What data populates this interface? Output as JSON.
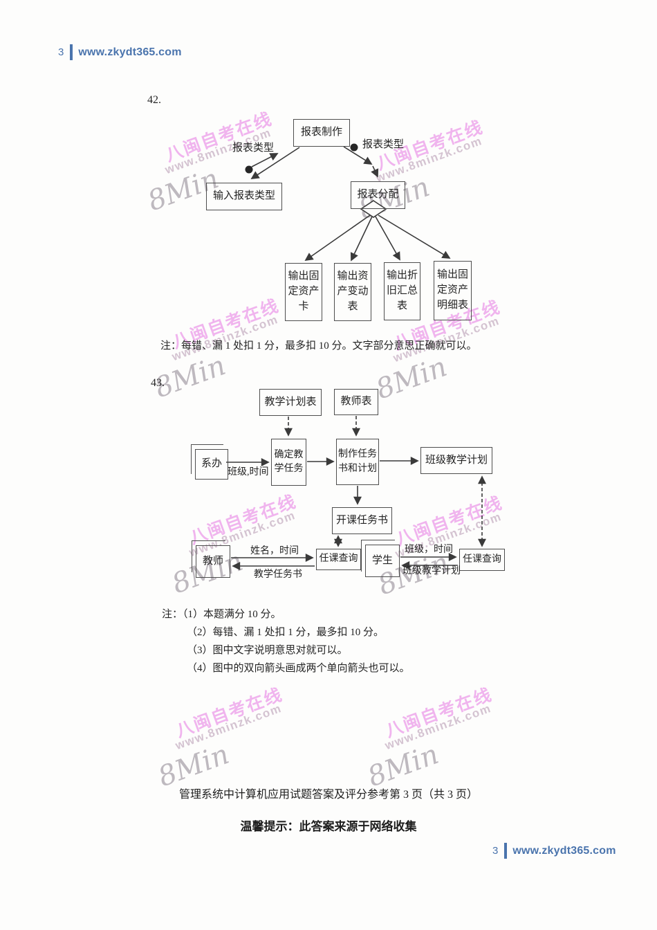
{
  "header": {
    "page_num": "3",
    "site": "www.zkydt365.com"
  },
  "footer": {
    "doc_ref": "管理系统中计算机应用试题答案及评分参考第 3 页（共 3 页）",
    "tip": "温馨提示：此答案来源于网络收集",
    "page_num": "3",
    "site": "www.zkydt365.com"
  },
  "watermark": {
    "logo": "8Min",
    "title": "八闽自考在线",
    "url": "www.8minzk.com"
  },
  "colors": {
    "brand_blue": "#4a74ad",
    "watermark_pink": "#e678e2",
    "ink": "#3a3a3a"
  },
  "q42": {
    "number": "42.",
    "boxes": {
      "make": "报表制作",
      "input": "输入报表类型",
      "dispatch": "报表分配",
      "out1": "输出固定资产卡",
      "out2": "输出资产变动表",
      "out3": "输出折旧汇总表",
      "out4": "输出固定资产明细表"
    },
    "labels": {
      "type_left": "报表类型",
      "type_right": "报表类型"
    },
    "note": "注：每错、漏 1 处扣 1 分，最多扣 10 分。文字部分意思正确就可以。"
  },
  "q43": {
    "number": "43.",
    "boxes": {
      "plan_table": "教学计划表",
      "teacher_table": "教师表",
      "dept_office": "系办",
      "determine": "确定教学任务",
      "produce": "制作任务书和计划",
      "class_plan": "班级教学计划",
      "course_task": "开课任务书",
      "teacher": "教师",
      "query_left": "任课查询",
      "student": "学生",
      "query_right": "任课查询"
    },
    "labels": {
      "class_time_left": "班级,时间",
      "name_time": "姓名，时间",
      "teach_task_book": "教学任务书",
      "class_time_right": "班级，时间",
      "class_teach_plan": "班级教学计划"
    },
    "notes": [
      "注：（1）本题满分 10 分。",
      "（2）每错、漏 1 处扣 1 分，最多扣 10 分。",
      "（3）图中文字说明意思对就可以。",
      "（4）图中的双向箭头画成两个单向箭头也可以。"
    ]
  }
}
